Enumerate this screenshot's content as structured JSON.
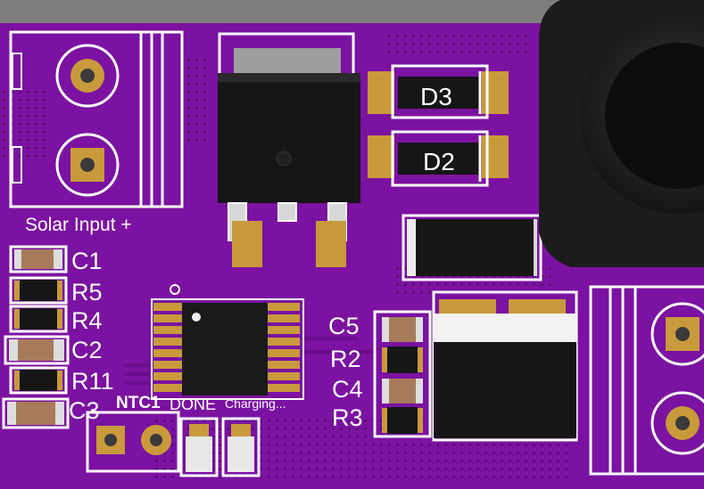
{
  "board": {
    "colors": {
      "pcb": "#7b12a1",
      "silk": "#ffffff",
      "copper": "#c89a3c",
      "component": "#141414"
    }
  },
  "labels": {
    "solar_input": "Solar Input +",
    "c1": "C1",
    "r5": "R5",
    "r4": "R4",
    "c2": "C2",
    "r11": "R11",
    "c3": "C3",
    "ntc1": "NTC1",
    "done": "DONE",
    "charging": "Charging...",
    "d3": "D3",
    "d2": "D2",
    "c5": "C5",
    "r2": "R2",
    "c4": "C4",
    "r3": "R3"
  }
}
